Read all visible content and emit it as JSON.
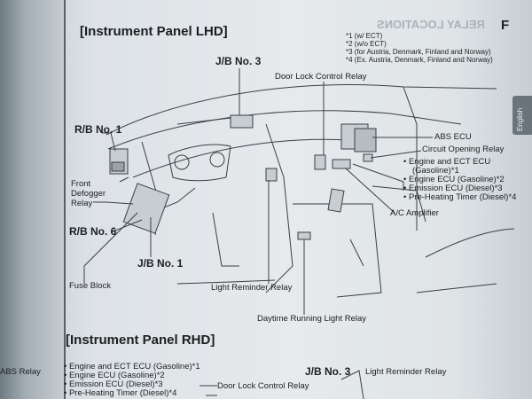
{
  "header": {
    "title_right": "RELAY LOCATIONS",
    "letter": "F"
  },
  "lhd": {
    "heading": "[Instrument Panel LHD]",
    "notes": [
      "*1 (w/ ECT)",
      "*2 (w/o ECT)",
      "*3 (for Austria, Denmark, Finland and Norway)",
      "*4 (Ex. Austria, Denmark, Finland and Norway)"
    ],
    "labels": {
      "jb3": "J/B No. 3",
      "door_lock": "Door Lock Control Relay",
      "rb1": "R/B No. 1",
      "abs": "ABS ECU",
      "circuit": "Circuit Opening Relay",
      "engine_ect": "Engine and ECT ECU",
      "engine_ect_sub": "(Gasoline)*1",
      "engine_ecu": "Engine ECU (Gasoline)*2",
      "emission": "Emission ECU (Diesel)*3",
      "preheat": "Pre-Heating Timer (Diesel)*4",
      "front_defogger_1": "Front",
      "front_defogger_2": "Defogger",
      "front_defogger_3": "Relay",
      "rb6": "R/B No. 6",
      "jb1": "J/B No. 1",
      "ac_amp": "A/C Amplifier",
      "fuse_block": "Fuse Block",
      "light_reminder": "Light Reminder Relay",
      "daytime": "Daytime Running Light Relay"
    }
  },
  "rhd": {
    "heading": "[Instrument Panel RHD]",
    "bullets": [
      "Engine and ECT ECU (Gasoline)*1",
      "Engine ECU (Gasoline)*2",
      "Emission ECU (Diesel)*3",
      "Pre-Heating Timer (Diesel)*4"
    ],
    "jb3": "J/B No. 3",
    "light_reminder": "Light Reminder Relay",
    "door_lock": "Door Lock Control Relay"
  },
  "left_page": {
    "abs_relay": "ABS Relay"
  },
  "side_tab": "English"
}
